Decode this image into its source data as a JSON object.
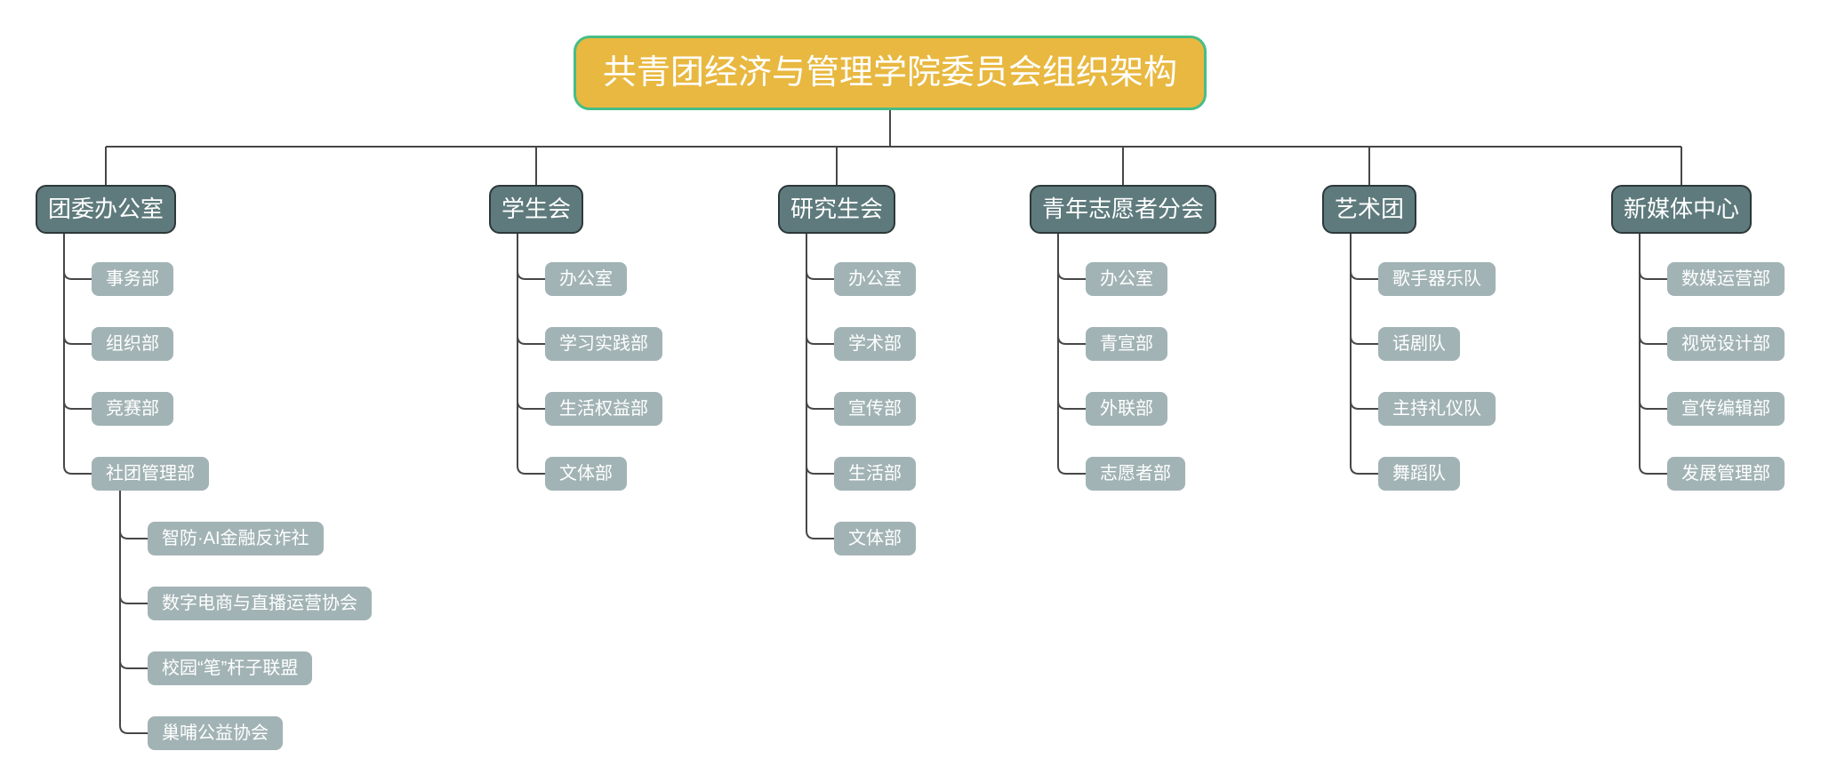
{
  "diagram": {
    "title": "共青团经济与管理学院委员会组织架构",
    "branches": [
      {
        "label": "团委办公室",
        "children": [
          {
            "label": "事务部"
          },
          {
            "label": "组织部"
          },
          {
            "label": "竞赛部"
          },
          {
            "label": "社团管理部",
            "children": [
              {
                "label": "智防·AI金融反诈社"
              },
              {
                "label": "数字电商与直播运营协会"
              },
              {
                "label": "校园“笔”杆子联盟"
              },
              {
                "label": "巢哺公益协会"
              }
            ]
          }
        ]
      },
      {
        "label": "学生会",
        "children": [
          {
            "label": "办公室"
          },
          {
            "label": "学习实践部"
          },
          {
            "label": "生活权益部"
          },
          {
            "label": "文体部"
          }
        ]
      },
      {
        "label": "研究生会",
        "children": [
          {
            "label": "办公室"
          },
          {
            "label": "学术部"
          },
          {
            "label": "宣传部"
          },
          {
            "label": "生活部"
          },
          {
            "label": "文体部"
          }
        ]
      },
      {
        "label": "青年志愿者分会",
        "children": [
          {
            "label": "办公室"
          },
          {
            "label": "青宣部"
          },
          {
            "label": "外联部"
          },
          {
            "label": "志愿者部"
          }
        ]
      },
      {
        "label": "艺术团",
        "children": [
          {
            "label": "歌手器乐队"
          },
          {
            "label": "话剧队"
          },
          {
            "label": "主持礼仪队"
          },
          {
            "label": "舞蹈队"
          }
        ]
      },
      {
        "label": "新媒体中心",
        "children": [
          {
            "label": "数媒运营部"
          },
          {
            "label": "视觉设计部"
          },
          {
            "label": "宣传编辑部"
          },
          {
            "label": "发展管理部"
          }
        ]
      }
    ],
    "colors": {
      "background": "#FFFFFF",
      "title_fill": "#E8B840",
      "title_border": "#47BD87",
      "title_text": "#FFFFFF",
      "branch_fill": "#5E7A7C",
      "branch_border": "#2D3839",
      "branch_text": "#FFFFFF",
      "dept_fill": "#A2B3B5",
      "dept_text": "#FFFFFF",
      "line": "#474747"
    }
  }
}
